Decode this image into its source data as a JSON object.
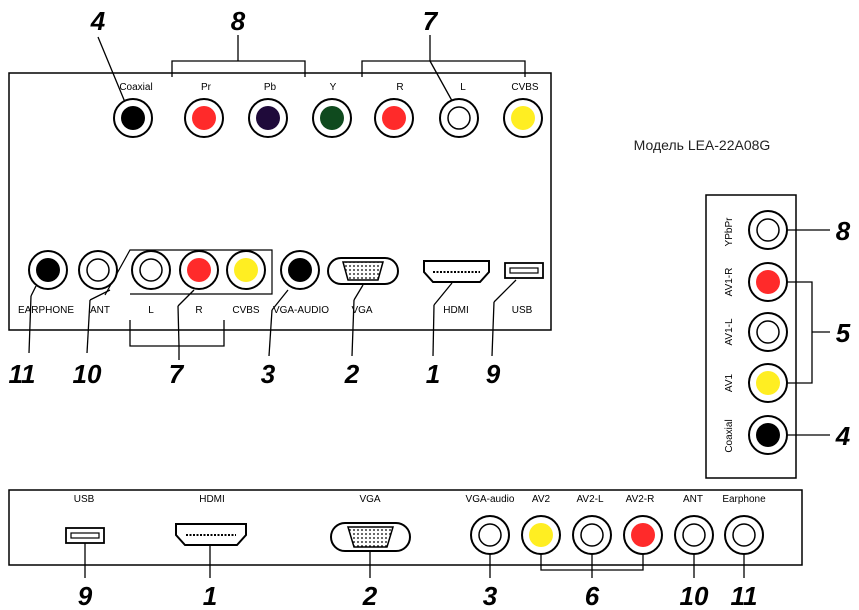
{
  "model_label": "Модель LEA-22A08G",
  "colors": {
    "red": "#ff2a2a",
    "navy": "#1f0a3a",
    "green": "#0f4a1e",
    "yellow": "#ffee22",
    "black": "#000000",
    "white": "#ffffff"
  },
  "top_panel": {
    "top_labels": [
      "Coaxial",
      "Pr",
      "Pb",
      "Y",
      "R",
      "L",
      "CVBS"
    ],
    "top_numbers": [
      "4",
      "8",
      "7"
    ],
    "bottom_labels": [
      "EARPHONE",
      "ANT",
      "L",
      "R",
      "CVBS",
      "VGA-AUDIO",
      "VGA",
      "HDMI",
      "USB"
    ],
    "bottom_numbers": [
      "11",
      "10",
      "7",
      "3",
      "2",
      "1",
      "9"
    ]
  },
  "side_panel": {
    "labels": [
      "YPbPr",
      "AV1-R",
      "AV1-L",
      "AV1",
      "Coaxial"
    ],
    "numbers": [
      "8",
      "5",
      "4"
    ]
  },
  "bottom_panel": {
    "labels": [
      "USB",
      "HDMI",
      "VGA",
      "VGA-audio",
      "AV2",
      "AV2-L",
      "AV2-R",
      "ANT",
      "Earphone"
    ],
    "numbers": [
      "9",
      "1",
      "2",
      "3",
      "6",
      "10",
      "11"
    ]
  }
}
